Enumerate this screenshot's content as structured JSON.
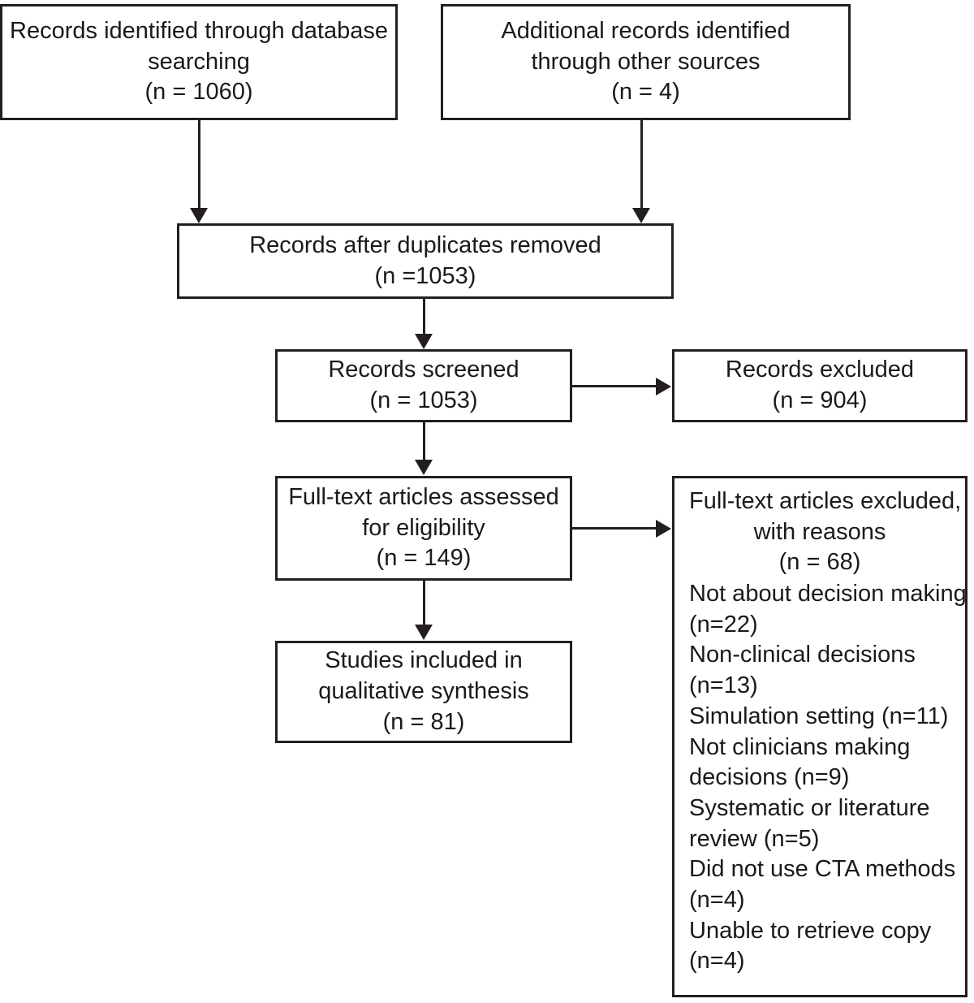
{
  "diagram": {
    "type": "prisma-flow-diagram",
    "title": "PRISMA study selection flow diagram",
    "accent_color": "#231f20",
    "background_color": "#ffffff"
  },
  "nodes": {
    "identification_database": {
      "name": "records-identified-database",
      "lines": [
        "Records identified through database",
        "searching",
        "(n = 1060)"
      ],
      "count": 1060
    },
    "identification_other": {
      "name": "additional-records-other-sources",
      "lines": [
        "Additional records identified",
        "through other sources",
        "(n = 4)"
      ],
      "count": 4
    },
    "duplicates_removed": {
      "name": "records-after-duplicates-removed",
      "lines": [
        "Records after duplicates removed",
        "(n =1053)"
      ],
      "count": 1053
    },
    "records_screened": {
      "name": "records-screened",
      "lines": [
        "Records screened",
        "(n = 1053)"
      ],
      "count": 1053
    },
    "records_excluded": {
      "name": "records-excluded",
      "lines": [
        "Records excluded",
        "(n = 904)"
      ],
      "count": 904
    },
    "fulltext_assessed": {
      "name": "full-text-articles-assessed",
      "lines": [
        "Full-text articles assessed",
        "for eligibility",
        "(n = 149)"
      ],
      "count": 149
    },
    "studies_included": {
      "name": "studies-included-qualitative-synthesis",
      "lines": [
        "Studies included in",
        "qualitative synthesis",
        "(n = 81)"
      ],
      "count": 81
    },
    "fulltext_excluded": {
      "name": "full-text-articles-excluded-with-reasons",
      "header": [
        "Full-text articles excluded,",
        "with reasons",
        "(n = 68)"
      ],
      "count": 68,
      "reasons": [
        {
          "label": "Not about decision making",
          "count_label": "(n=22)",
          "count": 22,
          "lines": [
            "Not about decision making",
            "(n=22)"
          ]
        },
        {
          "label": "Non-clinical decisions",
          "count_label": "(n=13)",
          "count": 13,
          "lines": [
            "Non-clinical decisions",
            "(n=13)"
          ]
        },
        {
          "label": "Simulation setting",
          "count_label": "(n=11)",
          "count": 11,
          "lines": [
            "Simulation setting (n=11)"
          ]
        },
        {
          "label": "Not clinicians making decisions",
          "count_label": "(n=9)",
          "count": 9,
          "lines": [
            "Not clinicians making",
            "decisions (n=9)"
          ]
        },
        {
          "label": "Systematic or literature review",
          "count_label": "(n=5)",
          "count": 5,
          "lines": [
            "Systematic or literature",
            "review (n=5)"
          ]
        },
        {
          "label": "Did not use CTA methods",
          "count_label": "(n=4)",
          "count": 4,
          "lines": [
            "Did not use CTA methods",
            "(n=4)"
          ]
        },
        {
          "label": "Unable to retrieve copy",
          "count_label": "(n=4)",
          "count": 4,
          "lines": [
            "Unable to retrieve copy",
            "(n=4)"
          ]
        }
      ]
    }
  },
  "connectors": [
    {
      "name": "arrow-database-to-duplicates",
      "from": "identification_database",
      "to": "duplicates_removed",
      "direction": "down"
    },
    {
      "name": "arrow-other-to-duplicates",
      "from": "identification_other",
      "to": "duplicates_removed",
      "direction": "down"
    },
    {
      "name": "arrow-duplicates-to-screened",
      "from": "duplicates_removed",
      "to": "records_screened",
      "direction": "down"
    },
    {
      "name": "arrow-screened-to-excluded",
      "from": "records_screened",
      "to": "records_excluded",
      "direction": "right"
    },
    {
      "name": "arrow-screened-to-fulltext",
      "from": "records_screened",
      "to": "fulltext_assessed",
      "direction": "down"
    },
    {
      "name": "arrow-fulltext-to-excluded-reasons",
      "from": "fulltext_assessed",
      "to": "fulltext_excluded",
      "direction": "right"
    },
    {
      "name": "arrow-fulltext-to-included",
      "from": "fulltext_assessed",
      "to": "studies_included",
      "direction": "down"
    }
  ]
}
